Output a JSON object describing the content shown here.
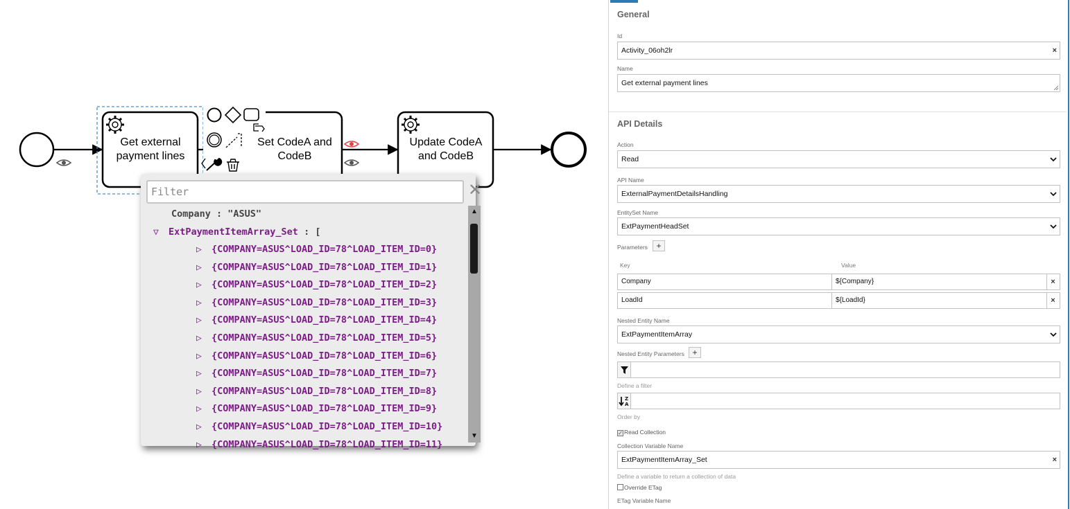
{
  "diagram": {
    "tasks": [
      {
        "id": "get-external-payment-lines",
        "label": "Get external payment lines"
      },
      {
        "id": "set-codea-codeb",
        "label": "Set CodeA and CodeB"
      },
      {
        "id": "update-codea-codeb",
        "label": "Update CodeA and CodeB"
      }
    ],
    "icons": {
      "task_type": "gear-icon",
      "context_pad": [
        "start-event-icon",
        "gateway-icon",
        "task-icon",
        "annotation-icon",
        "intermediate-event-icon",
        "connect-icon",
        "wrench-icon",
        "delete-icon"
      ],
      "flow_visibility": [
        "eye-icon",
        "eye-red-icon",
        "eye-icon"
      ]
    },
    "colors": {
      "stroke": "#000000",
      "selection": "#4a90d0",
      "flow_eye_active": "#e04545"
    }
  },
  "popup": {
    "filter_placeholder": "Filter",
    "close_label": "✕",
    "root_entry": {
      "key": "Company",
      "separator": " : ",
      "value": "\"ASUS\""
    },
    "array_entry": {
      "key": "ExtPaymentItemArray_Set",
      "suffix": " : ["
    },
    "items": [
      "{COMPANY=ASUS^LOAD_ID=78^LOAD_ITEM_ID=0}",
      "{COMPANY=ASUS^LOAD_ID=78^LOAD_ITEM_ID=1}",
      "{COMPANY=ASUS^LOAD_ID=78^LOAD_ITEM_ID=2}",
      "{COMPANY=ASUS^LOAD_ID=78^LOAD_ITEM_ID=3}",
      "{COMPANY=ASUS^LOAD_ID=78^LOAD_ITEM_ID=4}",
      "{COMPANY=ASUS^LOAD_ID=78^LOAD_ITEM_ID=5}",
      "{COMPANY=ASUS^LOAD_ID=78^LOAD_ITEM_ID=6}",
      "{COMPANY=ASUS^LOAD_ID=78^LOAD_ITEM_ID=7}",
      "{COMPANY=ASUS^LOAD_ID=78^LOAD_ITEM_ID=8}",
      "{COMPANY=ASUS^LOAD_ID=78^LOAD_ITEM_ID=9}",
      "{COMPANY=ASUS^LOAD_ID=78^LOAD_ITEM_ID=10}",
      "{COMPANY=ASUS^LOAD_ID=78^LOAD_ITEM_ID=11}"
    ],
    "colors": {
      "key": "#444444",
      "array": "#7a1e86"
    }
  },
  "panel": {
    "general_title": "General",
    "id_label": "Id",
    "id_value": "Activity_06oh2lr",
    "name_label": "Name",
    "name_value": "Get external payment lines",
    "api_title": "API Details",
    "action_label": "Action",
    "action_value": "Read",
    "api_name_label": "API Name",
    "api_name_value": "ExternalPaymentDetailsHandling",
    "entityset_label": "EntitySet Name",
    "entityset_value": "ExtPaymentHeadSet",
    "parameters_label": "Parameters",
    "add_label": "+",
    "key_header": "Key",
    "value_header": "Value",
    "parameters": [
      {
        "key": "Company",
        "value": "${Company}"
      },
      {
        "key": "LoadId",
        "value": "${LoadId}"
      }
    ],
    "nested_entity_label": "Nested Entity Name",
    "nested_entity_value": "ExtPaymentItemArray",
    "nested_params_label": "Nested Entity Parameters",
    "filter_hint": "Define a filter",
    "orderby_hint": "Order by",
    "read_collection_label": "Read Collection",
    "read_collection_checked": true,
    "collection_var_label": "Collection Variable Name",
    "collection_var_value": "ExtPaymentItemArray_Set",
    "collection_hint": "Define a variable to return a collection of data",
    "override_etag_label": "Override ETag",
    "override_etag_checked": false,
    "etag_var_label": "ETag Variable Name",
    "clear_label": "×",
    "icons": [
      "filter-icon",
      "sort-az-icon",
      "chevron-down-icon",
      "resize-grip-icon"
    ],
    "accent_color": "#2c7ab6"
  }
}
